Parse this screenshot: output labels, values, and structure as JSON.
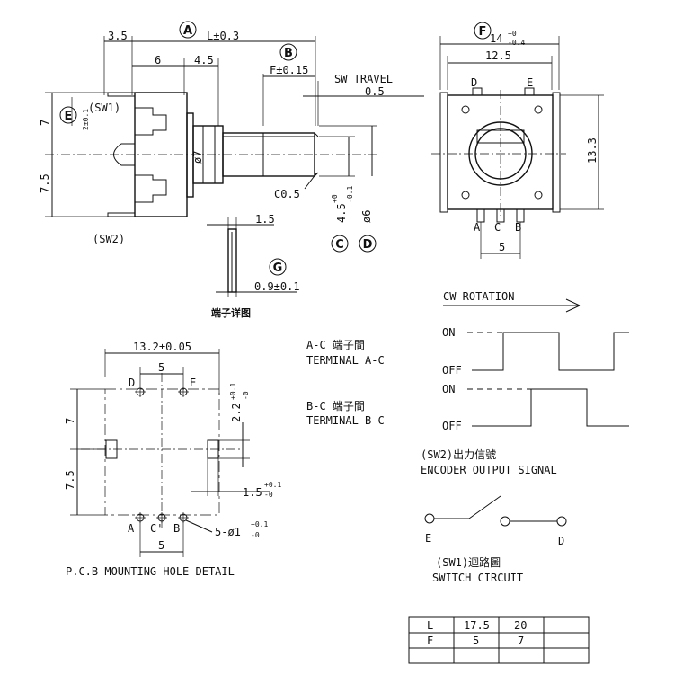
{
  "labels": {
    "circle_a": "A",
    "circle_b": "B",
    "circle_c": "C",
    "circle_d": "D",
    "circle_e": "E",
    "circle_f": "F",
    "circle_g": "G",
    "dim_l": "L±0.3",
    "dim_35": "3.5",
    "dim_6": "6",
    "dim_45": "4.5",
    "dim_f": "F±0.15",
    "sw_travel": "SW TRAVEL",
    "sw_travel_val": "0.5",
    "sw1": "(SW1)",
    "sw2": "(SW2)",
    "dim_2_01": "2±0.1",
    "dim_7": "7",
    "dim_75": "7.5",
    "dim_phi7": "ø7",
    "c05": "C0.5",
    "dim_45_tol": "4.5",
    "dim_phi6": "ø6",
    "tol_plus0": "+0",
    "tol_minus01": "-0.1",
    "dim_15": "1.5",
    "dim_09": "0.9±0.1",
    "terminal_detail": "端子详图",
    "dim_14": "14",
    "tol_plus0_b": "+0",
    "tol_minus04": "-0.4",
    "dim_125": "12.5",
    "dim_133": "13.3",
    "pin_d": "D",
    "pin_e": "E",
    "pin_a": "A",
    "pin_c": "C",
    "pin_b": "B",
    "dim_5_top": "5",
    "pcb_132": "13.2±0.05",
    "pcb_5_top": "5",
    "pcb_d": "D",
    "pcb_e": "E",
    "pcb_7": "7",
    "pcb_75": "7.5",
    "pcb_22": "2.2",
    "pcb_tol_p01": "+0.1",
    "pcb_tol_m0": "-0",
    "pcb_15": "1.5",
    "pcb_15_p01": "+0.1",
    "pcb_15_m0": "-0",
    "pcb_a": "A",
    "pcb_c": "C'",
    "pcb_b": "B",
    "pcb_5_bottom": "5",
    "pcb_holes": "5-ø1",
    "pcb_holes_p01": "+0.1",
    "pcb_holes_m0": "-0",
    "pcb_title": "P.C.B MOUNTING HOLE DETAIL",
    "cw_rotation": "CW ROTATION",
    "ac_term_cn": "A-C 端子間",
    "ac_term_en": "TERMINAL  A-C",
    "bc_term_cn": "B-C 端子間",
    "bc_term_en": "TERMINAL  B-C",
    "on1": "ON",
    "off1": "OFF",
    "on2": "ON",
    "off2": "OFF",
    "enc_cn": "(SW2)出力信號",
    "enc_en": "ENCODER OUTPUT SIGNAL",
    "sw_e": "E",
    "sw_d": "D",
    "sw_cn": "(SW1)迴路圖",
    "sw_en": "SWITCH CIRCUIT"
  },
  "table": {
    "rows": [
      [
        "L",
        "17.5",
        "20",
        ""
      ],
      [
        "F",
        "5",
        "7",
        ""
      ],
      [
        "",
        "",
        "",
        ""
      ]
    ]
  }
}
